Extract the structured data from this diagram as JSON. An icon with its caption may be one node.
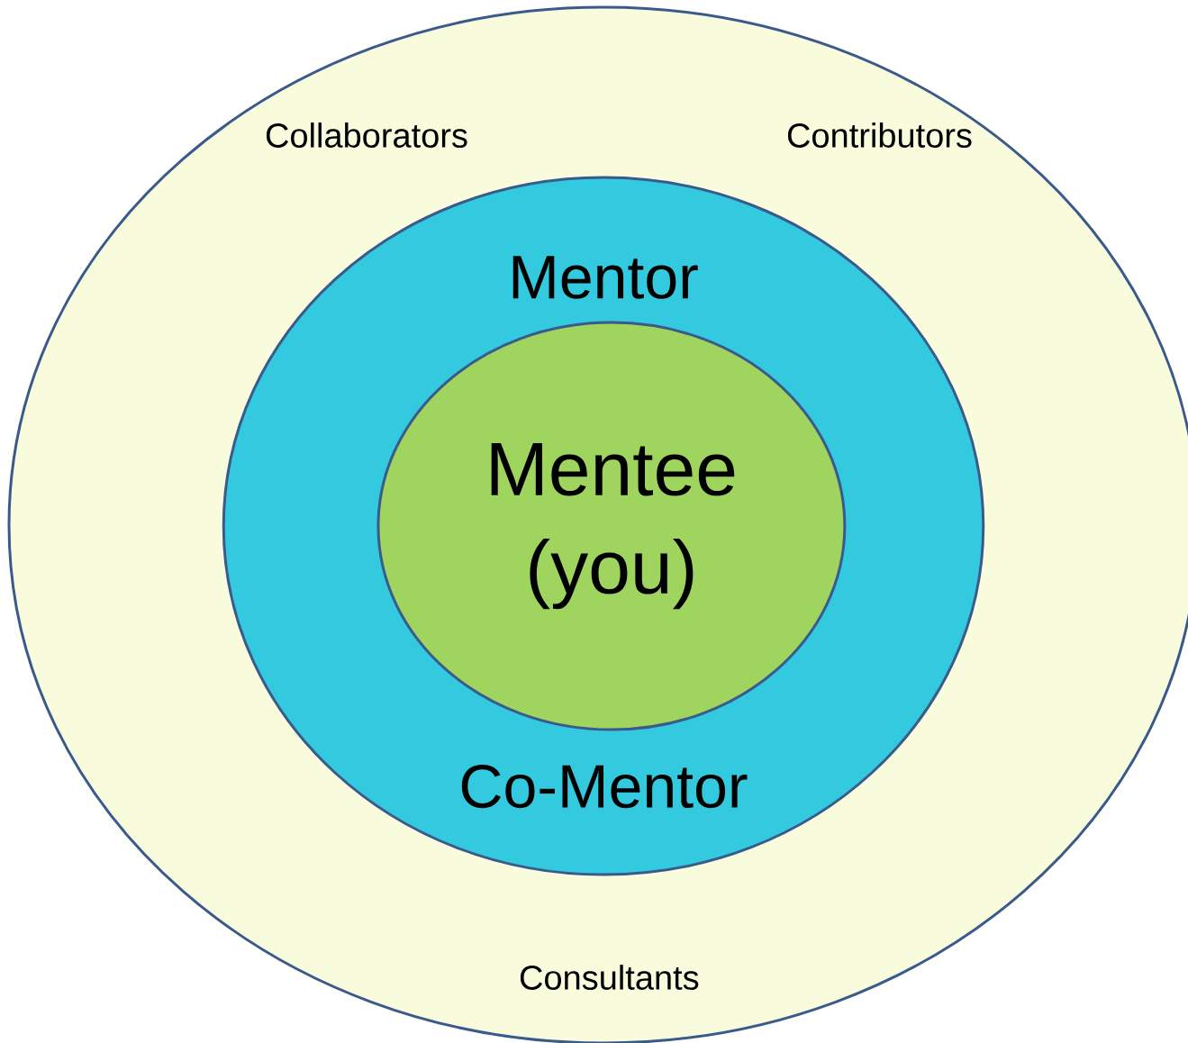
{
  "diagram": {
    "nodes": [
      {
        "text": [
          "Collaborators",
          "Contributors",
          "Consultants"
        ]
      },
      {
        "text": [
          "Mentor",
          "Co-Mentor"
        ],
        "in": 0
      },
      {
        "text": [
          "Mentee (you)"
        ],
        "in": 1
      }
    ]
  }
}
